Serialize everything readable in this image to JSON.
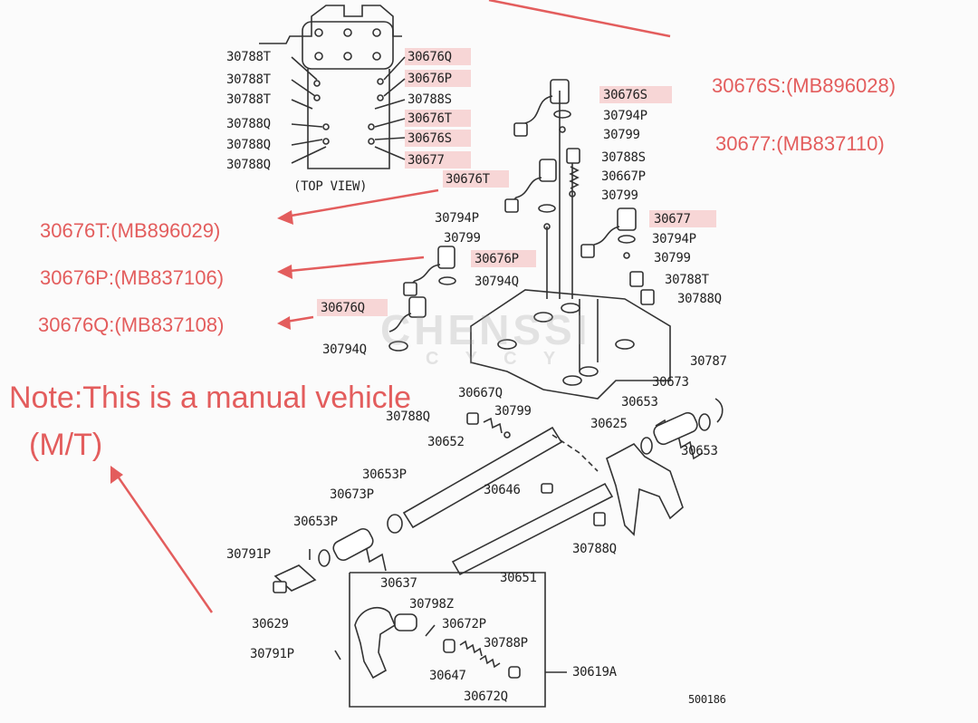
{
  "diagram": {
    "top_view_label": "(TOP VIEW)",
    "figure_code": "500186",
    "watermark": "CHENSSI",
    "watermark_sub": "C Y C Y",
    "parts": {
      "p30676Q_top": "30676Q",
      "p30676P_top": "30676P",
      "p30788S_top": "30788S",
      "p30676T_top": "30676T",
      "p30676S_top": "30676S",
      "p30677_top": "30677",
      "p30788T_a": "30788T",
      "p30788T_b": "30788T",
      "p30788T_c": "30788T",
      "p30788Q_a": "30788Q",
      "p30788Q_b": "30788Q",
      "p30788Q_c": "30788Q",
      "p30676S": "30676S",
      "p30794P_a": "30794P",
      "p30799_a": "30799",
      "p30788S": "30788S",
      "p30667P": "30667P",
      "p30799_b": "30799",
      "p30676T": "30676T",
      "p30794P_b": "30794P",
      "p30799_c": "30799",
      "p30677": "30677",
      "p30794P_c": "30794P",
      "p30799_d": "30799",
      "p30676P": "30676P",
      "p30794Q_a": "30794Q",
      "p30788T": "30788T",
      "p30788Q": "30788Q",
      "p30676Q": "30676Q",
      "p30794Q_b": "30794Q",
      "p30787": "30787",
      "p30673": "30673",
      "p30667Q": "30667Q",
      "p30653_a": "30653",
      "p30788Q_d": "30788Q",
      "p30799_e": "30799",
      "p30625": "30625",
      "p30653_b": "30653",
      "p30652": "30652",
      "p30653P_a": "30653P",
      "p30673P": "30673P",
      "p30646": "30646",
      "p30653P_b": "30653P",
      "p30788Q_e": "30788Q",
      "p30791P_a": "30791P",
      "p30651": "30651",
      "p30637": "30637",
      "p30798Z": "30798Z",
      "p30629": "30629",
      "p30672P": "30672P",
      "p30791P_b": "30791P",
      "p30788P": "30788P",
      "p30647": "30647",
      "p30619A": "30619A",
      "p30672Q": "30672Q"
    }
  },
  "annotations": {
    "a30676S": "30676S:(MB896028)",
    "a30677": "30677:(MB837110)",
    "a30676T": "30676T:(MB896029)",
    "a30676P": "30676P:(MB837106)",
    "a30676Q": "30676Q:(MB837108)",
    "note_line1": "Note:This is a manual vehicle",
    "note_line2": "(M/T)"
  },
  "colors": {
    "annotation": "#e35d5d",
    "highlight": "#f6c9c9",
    "line": "#333333"
  }
}
